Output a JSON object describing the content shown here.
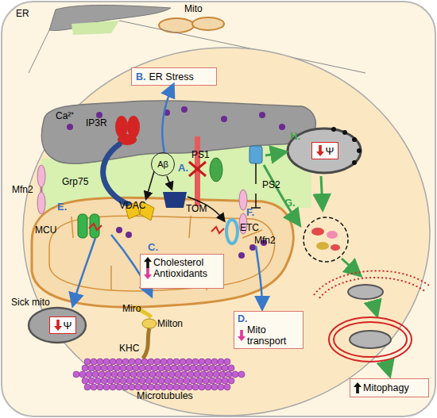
{
  "diagram": {
    "nodes": [
      {
        "text": [
          "B.",
          "ER Stress"
        ]
      },
      {
        "text": [
          "Aβ"
        ]
      },
      {
        "text": [
          "Cholesterol",
          "Antioxidants"
        ]
      },
      {
        "text": [
          "Ψ"
        ]
      },
      {
        "text": [
          "D.",
          "Mito transport"
        ]
      },
      {
        "text": [
          "Ψ"
        ]
      },
      {
        "text": [
          "Mitophagy"
        ]
      }
    ],
    "edges": [
      {
        "from": 1,
        "to": 0,
        "arrow": "to"
      }
    ],
    "labels": [
      "ER",
      "Mito",
      "Ca²⁺",
      "IP3R",
      "Grp75",
      "Mfn2",
      "A.",
      "PS1",
      "PS2",
      "H.",
      "E.",
      "VDAC",
      "MCU",
      "TOM",
      "F.",
      "Mfn2",
      "ETC",
      "G.",
      "C.",
      "Sick mito",
      "Miro",
      "Milton",
      "KHC",
      "Microtubules"
    ]
  }
}
